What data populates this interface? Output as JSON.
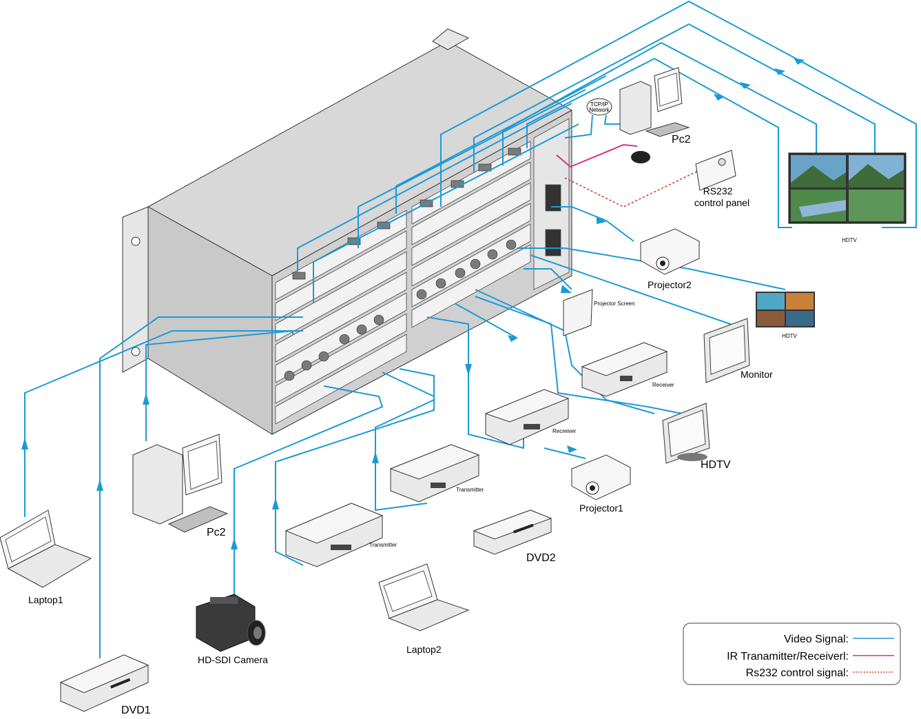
{
  "labels": {
    "pc2_top": "Pc2",
    "rs232_panel_l1": "RS232",
    "rs232_panel_l2": "control panel",
    "hdtv_wall": "HDTV",
    "projector2": "Projector2",
    "projector_screen": "Projector Screen",
    "hdtv_small": "HDTV",
    "monitor": "Monitor",
    "receiver_right": "Receiver",
    "hdtv_right": "HDTV",
    "receiver_mid": "Recreiver",
    "projector1": "Projector1",
    "transmitter_mid": "Transmitter",
    "dvd2": "DVD2",
    "transmitter_left": "Transmitter",
    "laptop2": "Laptop2",
    "pc2_left": "Pc2",
    "laptop1": "Laptop1",
    "hd_sdi_camera": "HD-SDI Camera",
    "dvd1": "DVD1",
    "tcp_ip_l1": "TCP/IP",
    "tcp_ip_l2": "Network"
  },
  "legend": {
    "items": [
      {
        "label": "Video Signal:",
        "color": "#1a9ad6",
        "style": "solid"
      },
      {
        "label": "IR Tranamitter/Receiverl:",
        "color": "#d0318e",
        "style": "solid"
      },
      {
        "label": "Rs232 control signal:",
        "color": "#d23a2a",
        "style": "dotted"
      }
    ]
  },
  "icons": [
    "matrix-switcher-icon",
    "pc-icon",
    "laptop-icon",
    "dvd-player-icon",
    "camera-icon",
    "projector-icon",
    "monitor-icon",
    "extender-icon",
    "ir-receiver-icon"
  ]
}
